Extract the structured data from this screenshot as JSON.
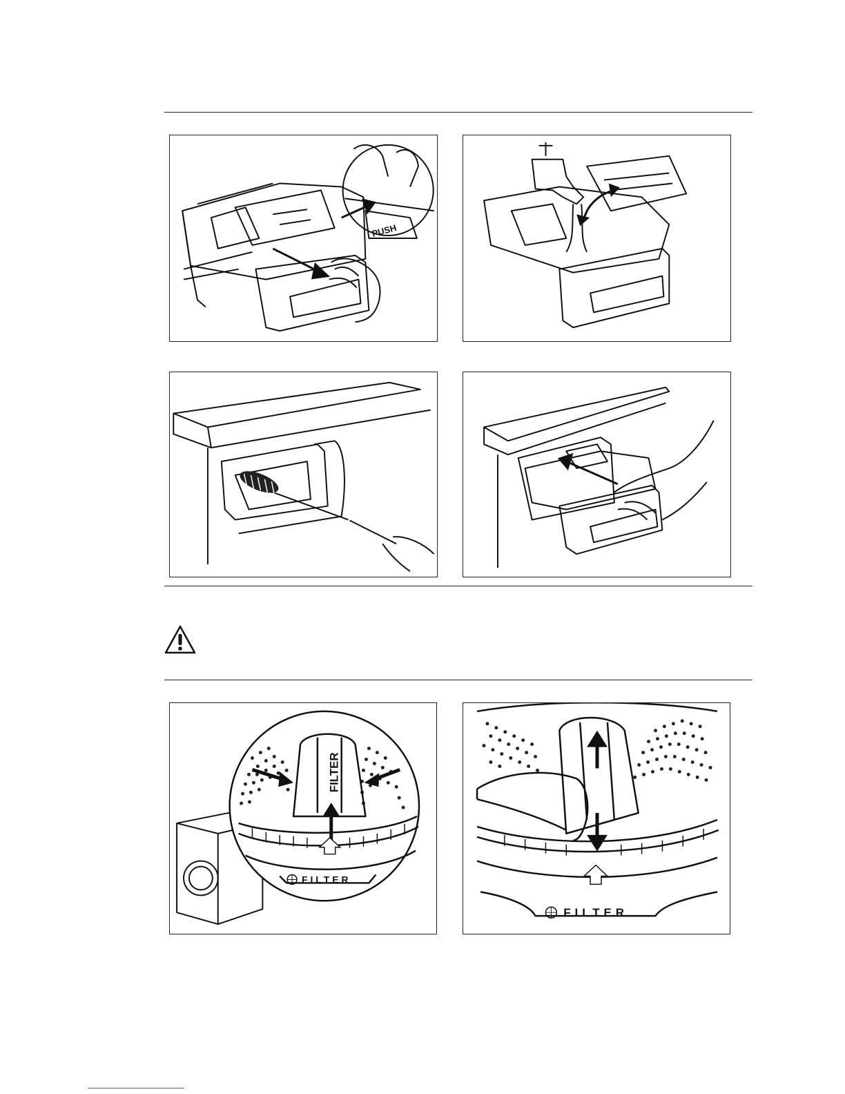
{
  "figures": {
    "drawer_release": {
      "push_label": "PUSH"
    },
    "filter_remove": {
      "filter_label_vertical": "FILTER",
      "filter_label_rim": "FILTER"
    },
    "filter_insert": {
      "filter_label_rim": "FILTER"
    }
  },
  "icons": {
    "warning": "warning-triangle-icon"
  },
  "colors": {
    "line": "#222222",
    "link_underline": "#4a4acf"
  }
}
